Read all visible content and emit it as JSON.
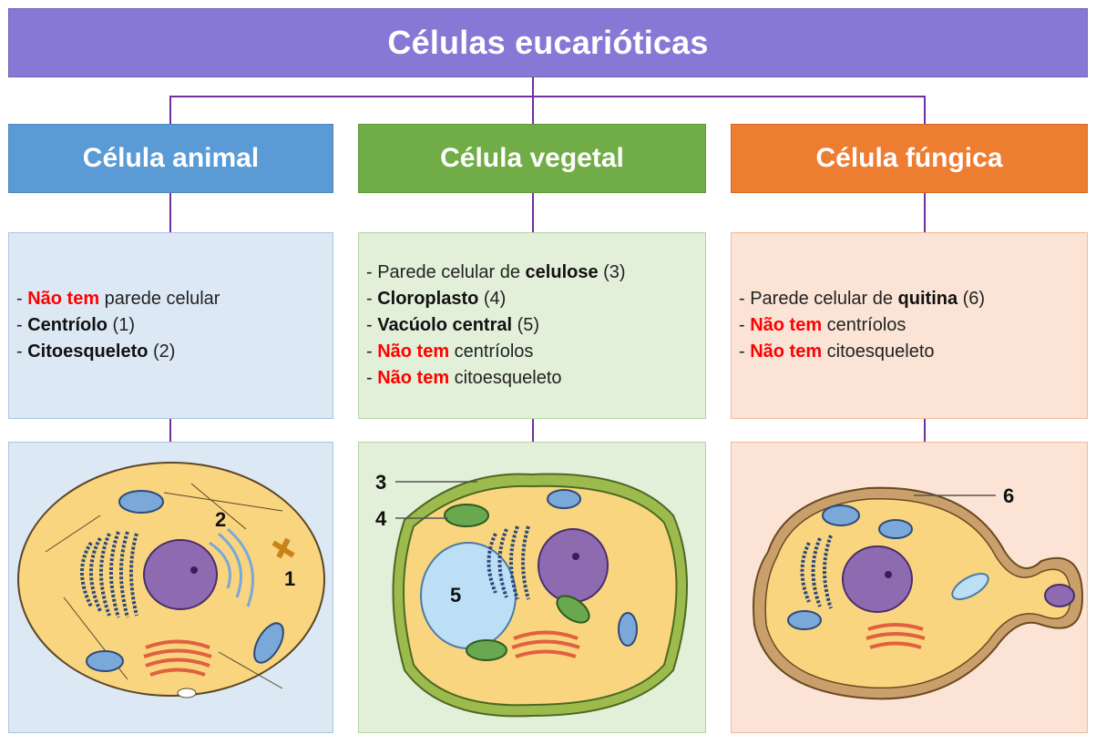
{
  "title": "Células eucarióticas",
  "columns": [
    {
      "id": "animal",
      "header": "Célula animal",
      "color": "#5b9bd5",
      "panel_color": "#dde8f5",
      "items": [
        {
          "prefix": "- ",
          "highlight": "Não tem",
          "rest": " parede celular",
          "style": "red"
        },
        {
          "prefix": "- ",
          "highlight": "Centríolo",
          "rest": " (1)",
          "style": "bold"
        },
        {
          "prefix": "- ",
          "highlight": "Citoesqueleto",
          "rest": " (2)",
          "style": "bold"
        }
      ],
      "labels": [
        "1",
        "2"
      ]
    },
    {
      "id": "vegetal",
      "header": "Célula vegetal",
      "color": "#70ad47",
      "panel_color": "#e2efd9",
      "items": [
        {
          "prefix": "- Parede celular de ",
          "highlight": "celulose",
          "rest": " (3)",
          "style": "bold"
        },
        {
          "prefix": "- ",
          "highlight": "Cloroplasto",
          "rest": " (4)",
          "style": "bold"
        },
        {
          "prefix": "- ",
          "highlight": "Vacúolo central",
          "rest": " (5)",
          "style": "bold"
        },
        {
          "prefix": "- ",
          "highlight": "Não tem",
          "rest": " centríolos",
          "style": "red"
        },
        {
          "prefix": "- ",
          "highlight": "Não tem",
          "rest": " citoesqueleto",
          "style": "red"
        }
      ],
      "labels": [
        "3",
        "4",
        "5"
      ]
    },
    {
      "id": "fungica",
      "header": "Célula fúngica",
      "color": "#ed7d31",
      "panel_color": "#fbe4d5",
      "items": [
        {
          "prefix": "- Parede celular de ",
          "highlight": "quitina",
          "rest": " (6)",
          "style": "bold"
        },
        {
          "prefix": "- ",
          "highlight": "Não tem",
          "rest": " centríolos",
          "style": "red"
        },
        {
          "prefix": "- ",
          "highlight": "Não tem",
          "rest": " citoesqueleto",
          "style": "red"
        }
      ],
      "labels": [
        "6"
      ]
    }
  ],
  "colors": {
    "title_bar": "#8878d6",
    "connector": "#7030a0",
    "highlight_red": "#ff0000",
    "cytoplasm": "#f8d57e",
    "nucleus": "#8e6bb0",
    "vacuole": "#bcdff5",
    "chloroplast": "#6aa84f",
    "golgi": "#e06040"
  }
}
